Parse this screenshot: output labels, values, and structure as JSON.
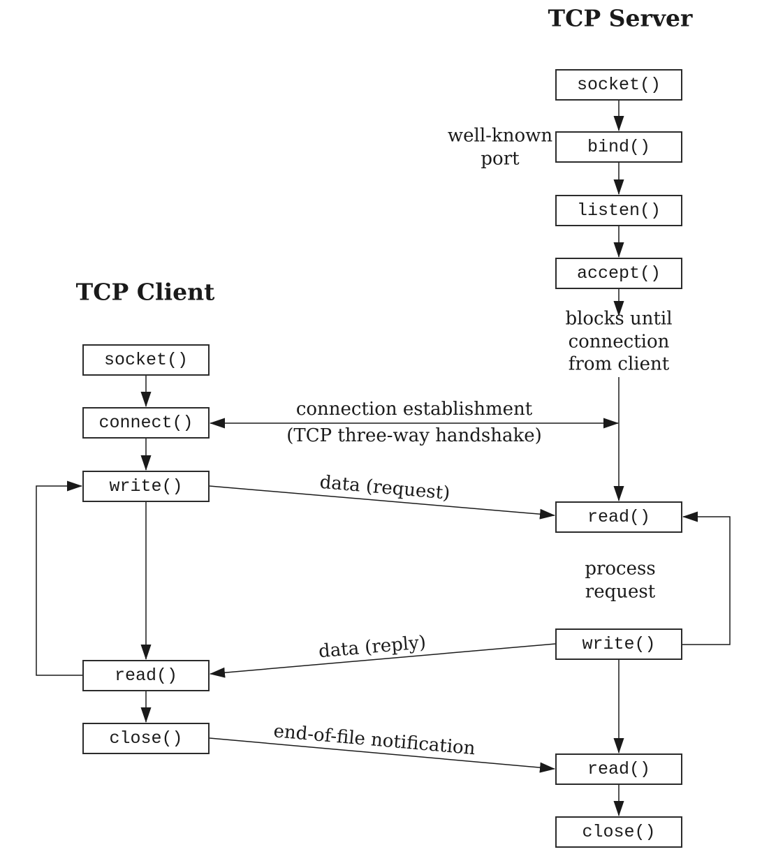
{
  "diagram": {
    "client": {
      "title": "TCP Client",
      "boxes": [
        "socket()",
        "connect()",
        "write()",
        "read()",
        "close()"
      ]
    },
    "server": {
      "title": "TCP Server",
      "boxes": [
        "socket()",
        "bind()",
        "listen()",
        "accept()",
        "read()",
        "write()",
        "read()",
        "close()"
      ]
    },
    "annotations": {
      "well_known_port": "well-known\nport",
      "blocks_until": "blocks until connection\nfrom client",
      "connection_establishment_line1": "connection establishment",
      "connection_establishment_line2": "(TCP three-way handshake)",
      "data_request": "data (request)",
      "process_request": "process request",
      "data_reply": "data (reply)",
      "eof_notification": "end-of-file notification"
    },
    "colors": {
      "line": "#1a1a1a",
      "text": "#1a1a1a",
      "box_border": "#2b2b2b",
      "background": "#ffffff"
    }
  }
}
